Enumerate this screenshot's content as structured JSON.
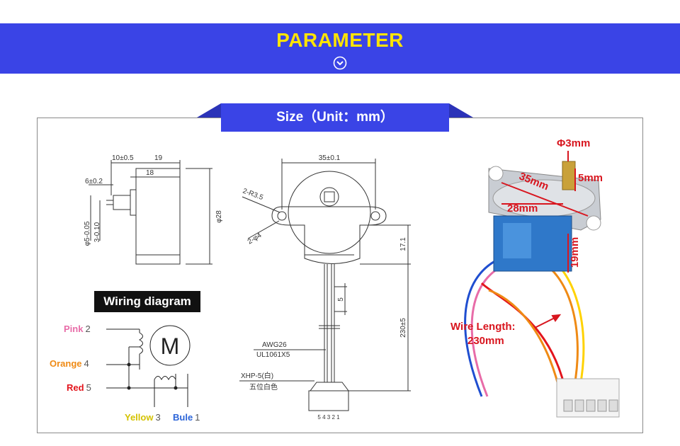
{
  "header": {
    "title": "PARAMETER",
    "accent": "#3a44e6",
    "title_color": "#ffe400"
  },
  "size_tab": {
    "label": "Size（Unit：mm）"
  },
  "side_drawing": {
    "dims": [
      "10±0.5",
      "19",
      "18",
      "6±0.2",
      "φ28",
      "φ5-0.05",
      "3-0.10"
    ]
  },
  "front_drawing": {
    "dims": [
      "35±0.1",
      "2-R3.5",
      "2-φ4",
      "17.1",
      "5",
      "230±5",
      "AWG26",
      "UL1061X5",
      "XHP-5(白)",
      "五位白色",
      "5 4 3 2 1"
    ]
  },
  "wiring": {
    "title": "Wiring diagram",
    "pins": [
      {
        "color_name": "Pink",
        "num": "2",
        "hex": "#e86ca8"
      },
      {
        "color_name": "Orange",
        "num": "4",
        "hex": "#ef8a14"
      },
      {
        "color_name": "Red",
        "num": "5",
        "hex": "#e3141c"
      },
      {
        "color_name": "Yellow",
        "num": "3",
        "hex": "#d4c200"
      },
      {
        "color_name": "Bule",
        "num": "1",
        "hex": "#2b64d8"
      }
    ],
    "motor_letter": "M"
  },
  "photo": {
    "shaft_dia": "Φ3mm",
    "shaft_len": "5mm",
    "mount_dist": "35mm",
    "body_dia": "28mm",
    "height": "19mm",
    "wire_label_1": "Wire Length:",
    "wire_label_2": "230mm",
    "annotation_color": "#d8161f"
  }
}
